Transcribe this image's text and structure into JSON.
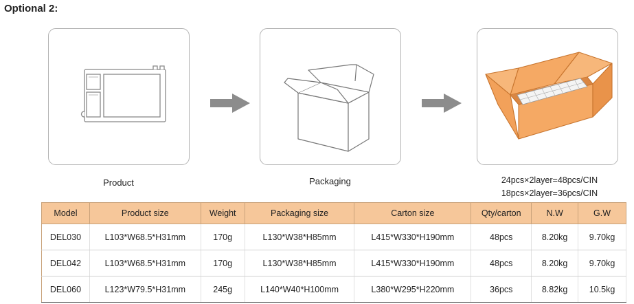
{
  "heading": "Optional 2:",
  "steps": [
    {
      "caption": "Product",
      "icon": "led-driver-product-icon"
    },
    {
      "caption": "Packaging",
      "icon": "open-box-icon"
    },
    {
      "caption": "",
      "icon": "carton-with-boxes-icon"
    }
  ],
  "carton_notes": [
    "24pcs×2layer=48pcs/CIN",
    "18pcs×2layer=36pcs/CIN"
  ],
  "colors": {
    "header_fill": "#f6c79a",
    "carton": "#f5a964",
    "arrow": "#8c8c8c"
  },
  "table": {
    "headers": [
      "Model",
      "Product size",
      "Weight",
      "Packaging size",
      "Carton size",
      "Qty/carton",
      "N.W",
      "G.W"
    ],
    "rows": [
      [
        "DEL030",
        "L103*W68.5*H31mm",
        "170g",
        "L130*W38*H85mm",
        "L415*W330*H190mm",
        "48pcs",
        "8.20kg",
        "9.70kg"
      ],
      [
        "DEL042",
        "L103*W68.5*H31mm",
        "170g",
        "L130*W38*H85mm",
        "L415*W330*H190mm",
        "48pcs",
        "8.20kg",
        "9.70kg"
      ],
      [
        "DEL060",
        "L123*W79.5*H31mm",
        "245g",
        "L140*W40*H100mm",
        "L380*W295*H220mm",
        "36pcs",
        "8.82kg",
        "10.5kg"
      ]
    ]
  }
}
